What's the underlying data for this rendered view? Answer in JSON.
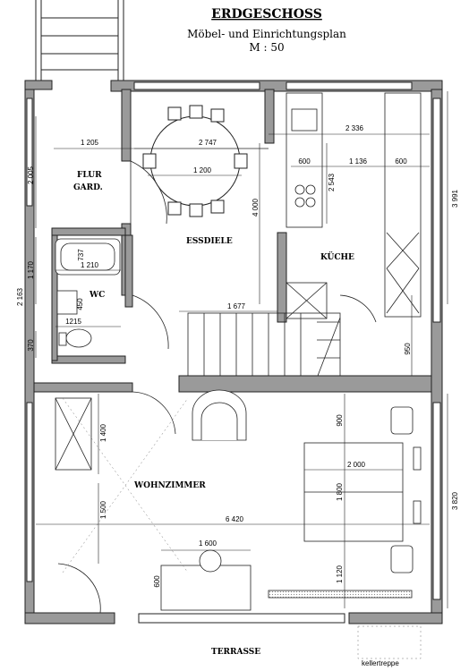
{
  "header": {
    "title": "ERDGESCHOSS",
    "subtitle": "Möbel- und Einrichtungsplan",
    "scale": "M : 50"
  },
  "rooms": {
    "flur_line1": "FLUR",
    "flur_line2": "GARD.",
    "essdiele": "ESSDIELE",
    "kueche": "KÜCHE",
    "wc": "WC",
    "wohnzimmer": "WOHNZIMMER",
    "terrasse": "TERRASSE",
    "kellertreppe": "kellertreppe"
  },
  "dimensions": {
    "d_2747": "2 747",
    "d_1200": "1 200",
    "d_1205": "1 205",
    "d_2336": "2 336",
    "d_600a": "600",
    "d_2543": "2 543",
    "d_1136": "1 136",
    "d_600b": "600",
    "d_3991": "3 991",
    "d_2005": "2 005",
    "d_4000": "4 000",
    "d_737": "737",
    "d_1210": "1 210",
    "d_1170": "1 170",
    "d_2163": "2 163",
    "d_450": "450",
    "d_1215": "1215",
    "d_370": "370",
    "d_1677": "1 677",
    "d_950": "950",
    "d_900": "900",
    "d_1400": "1 400",
    "d_2000": "2 000",
    "d_1800": "1 800",
    "d_3820": "3 820",
    "d_1500": "1 500",
    "d_6420": "6 420",
    "d_1600": "1 600",
    "d_600c": "600",
    "d_1120": "1 120"
  }
}
